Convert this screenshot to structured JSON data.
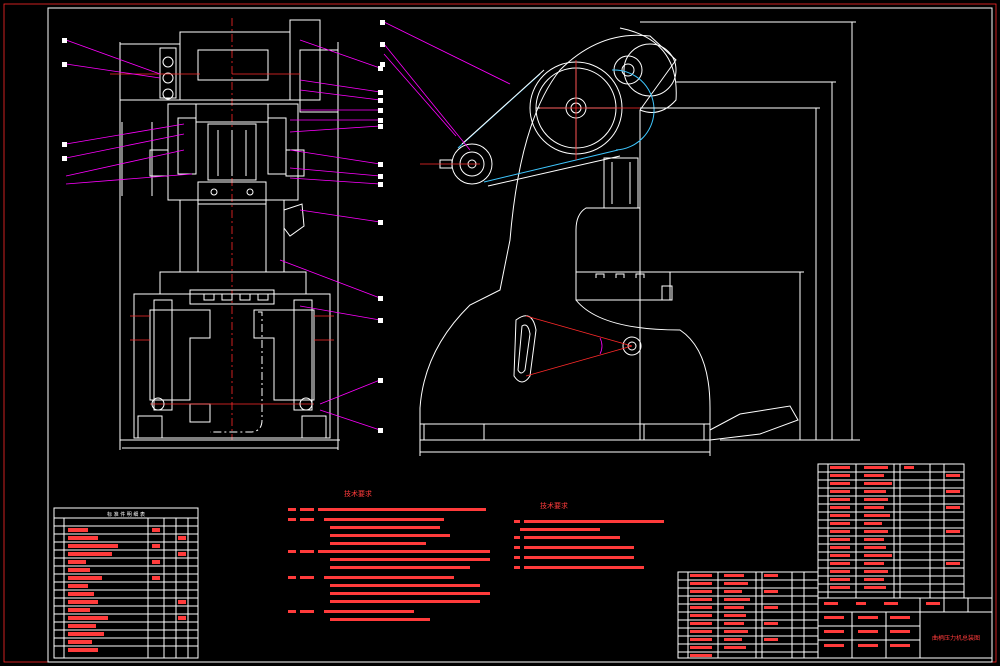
{
  "drawing": {
    "tech_heading": "技术要求",
    "tech_heading_2": "技术要求",
    "title_block_name": "曲柄压力机总装图",
    "parts_table_title": "标 准 件 明 细 表"
  },
  "colors": {
    "background": "#000000",
    "outline": "#ffffff",
    "leaders": "#ff00ff",
    "text": "#ff3b3b",
    "belt": "#3ec7ff",
    "frame": "#ff2a2a"
  }
}
